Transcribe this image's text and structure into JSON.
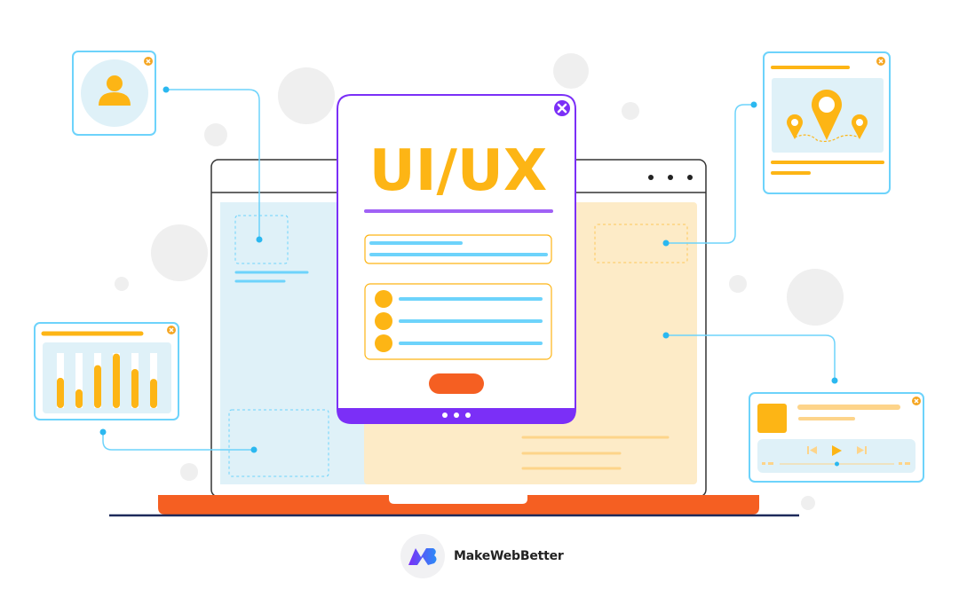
{
  "modal": {
    "title": "UI/UX"
  },
  "brand": {
    "name": "MakeWebBetter"
  },
  "colors": {
    "accent_purple": "#7b2ff7",
    "accent_yellow": "#fdb515",
    "accent_orange": "#f55f22",
    "accent_blue": "#6dd3fb",
    "panel_blue": "#dff1f8",
    "panel_yellow": "#fdebc7"
  },
  "chart_card": {
    "bar_levels": [
      0.55,
      0.34,
      0.78,
      0.99,
      0.71,
      0.53
    ]
  },
  "media_card": {
    "progress": 0.5
  },
  "icons": [
    "close-icon",
    "user-icon",
    "map-pin-icon",
    "play-icon",
    "skip-back-icon",
    "skip-forward-icon"
  ]
}
